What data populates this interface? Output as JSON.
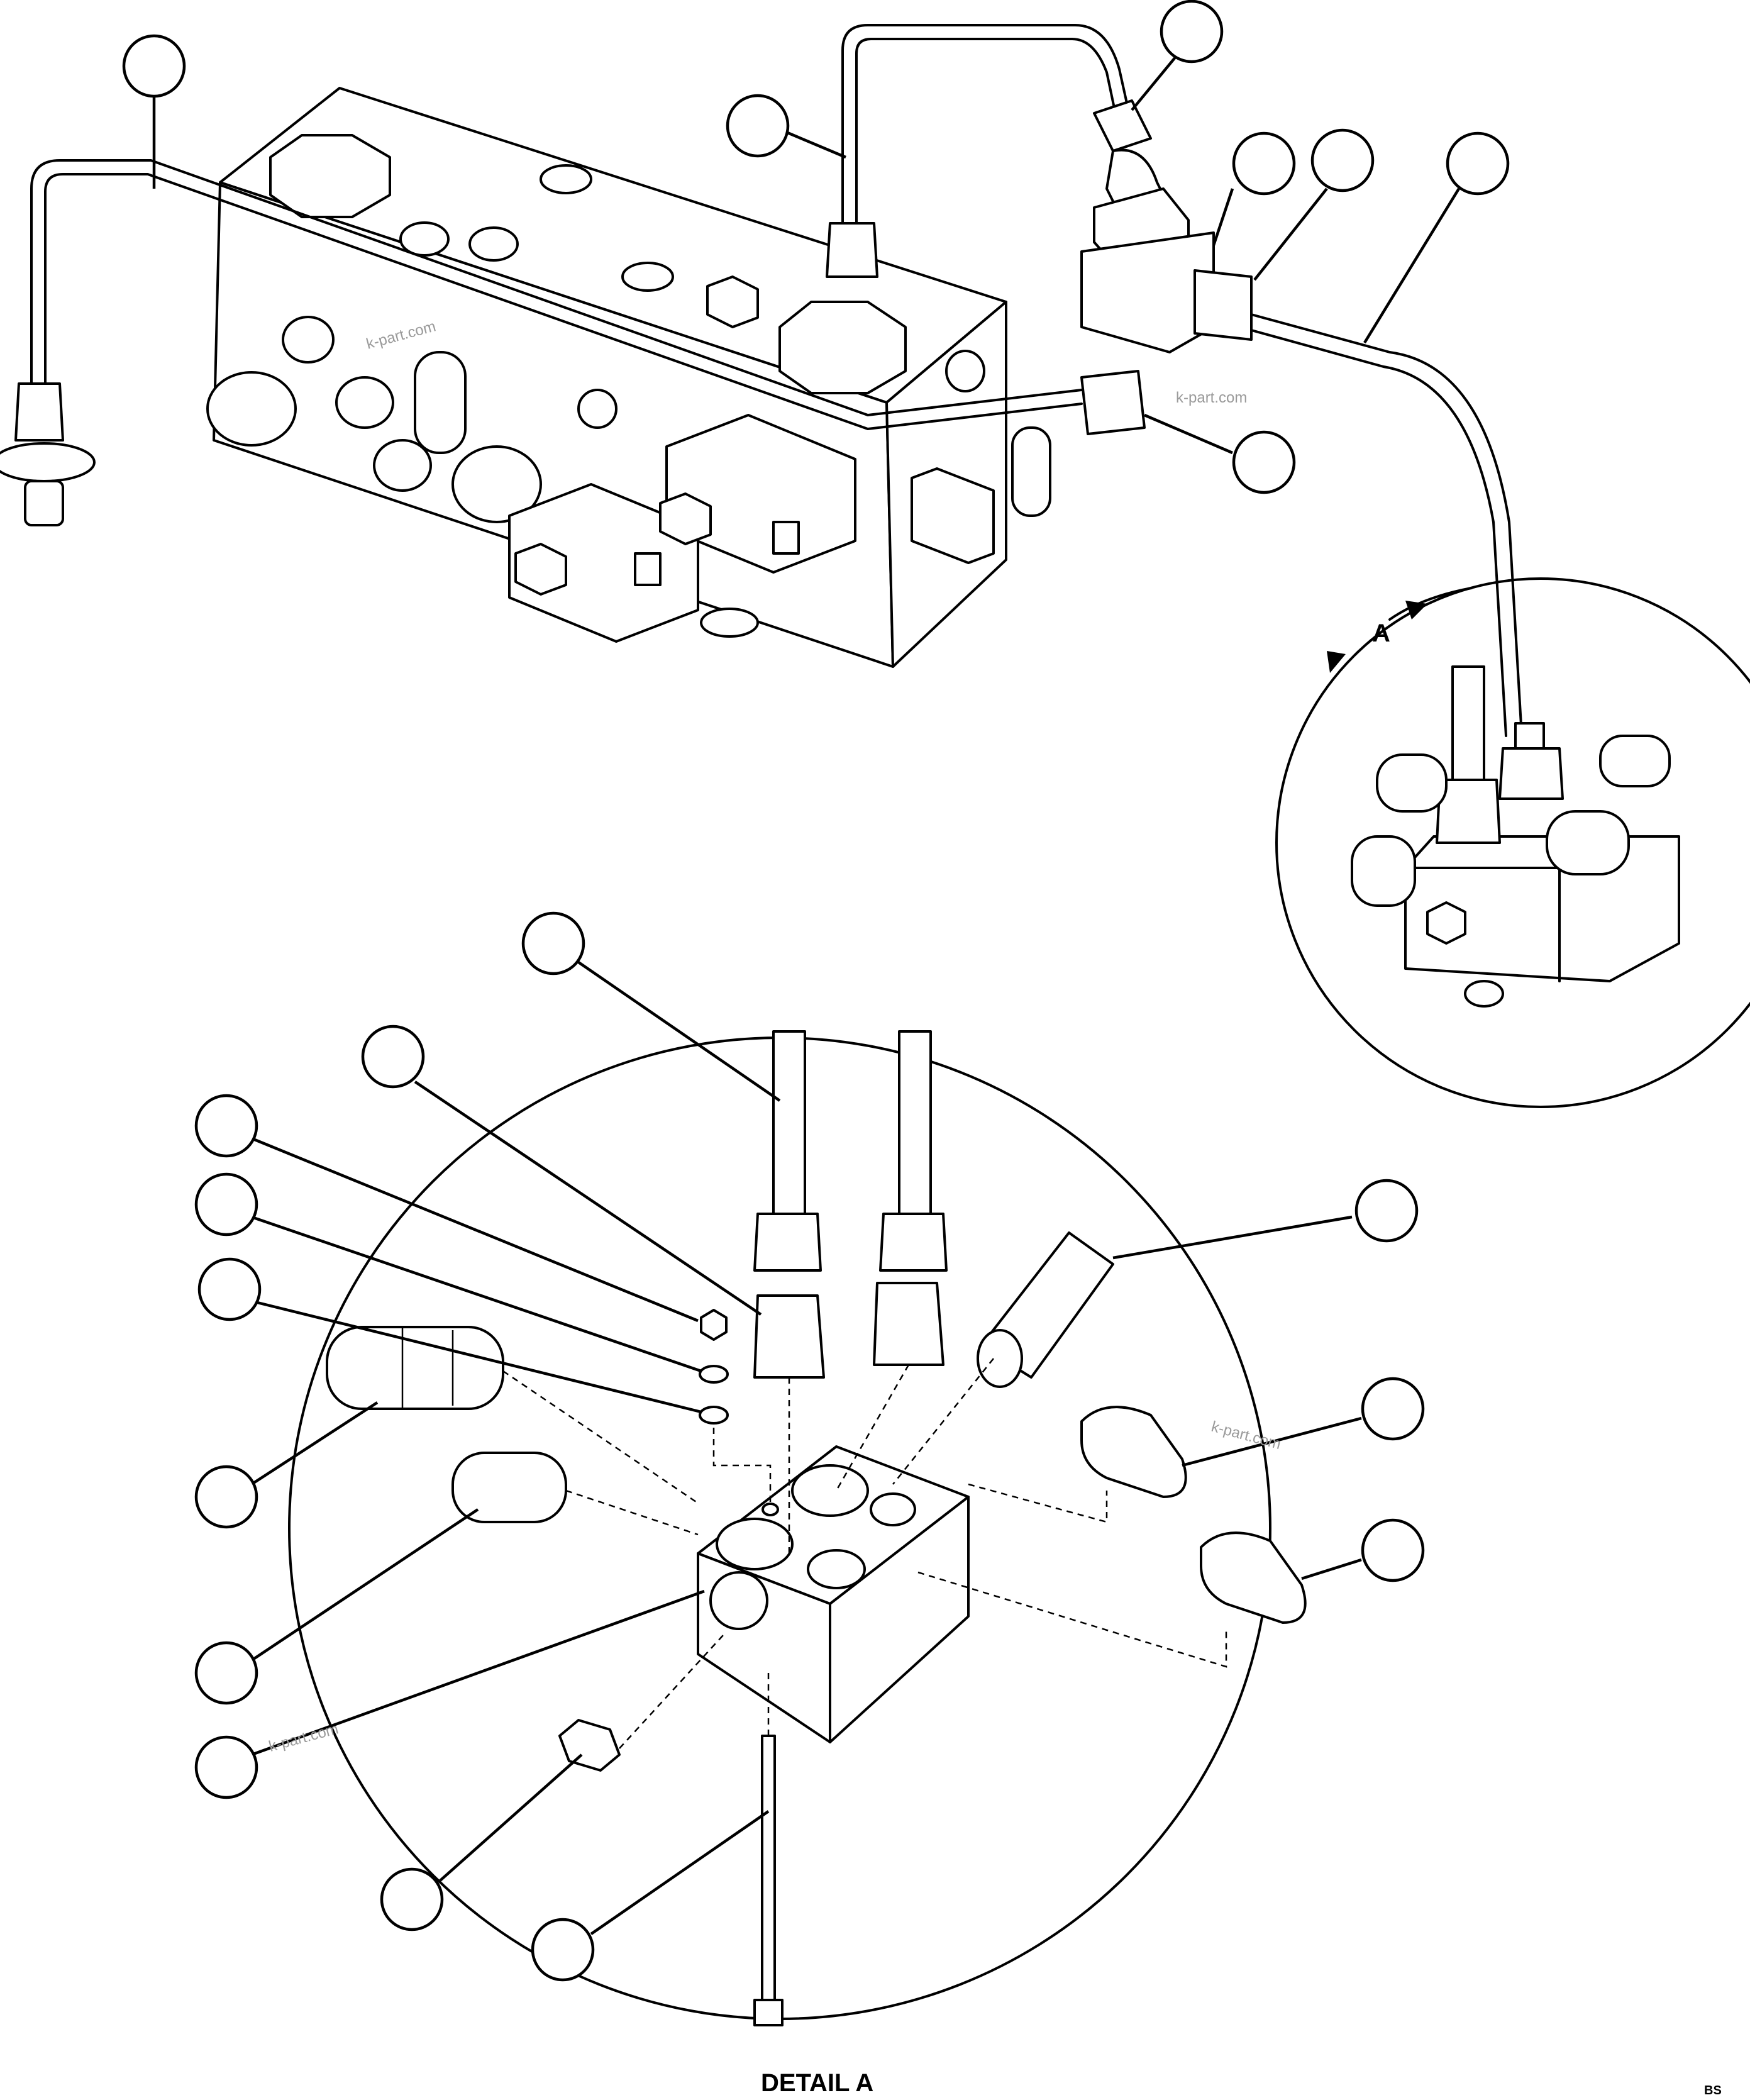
{
  "view_label": "A",
  "detail_caption": "DETAIL A",
  "drawing_code": "BS",
  "watermark": "k-part.com",
  "colors": {
    "line": "#000000",
    "background": "#ffffff",
    "watermark": "#9a9a9a"
  }
}
